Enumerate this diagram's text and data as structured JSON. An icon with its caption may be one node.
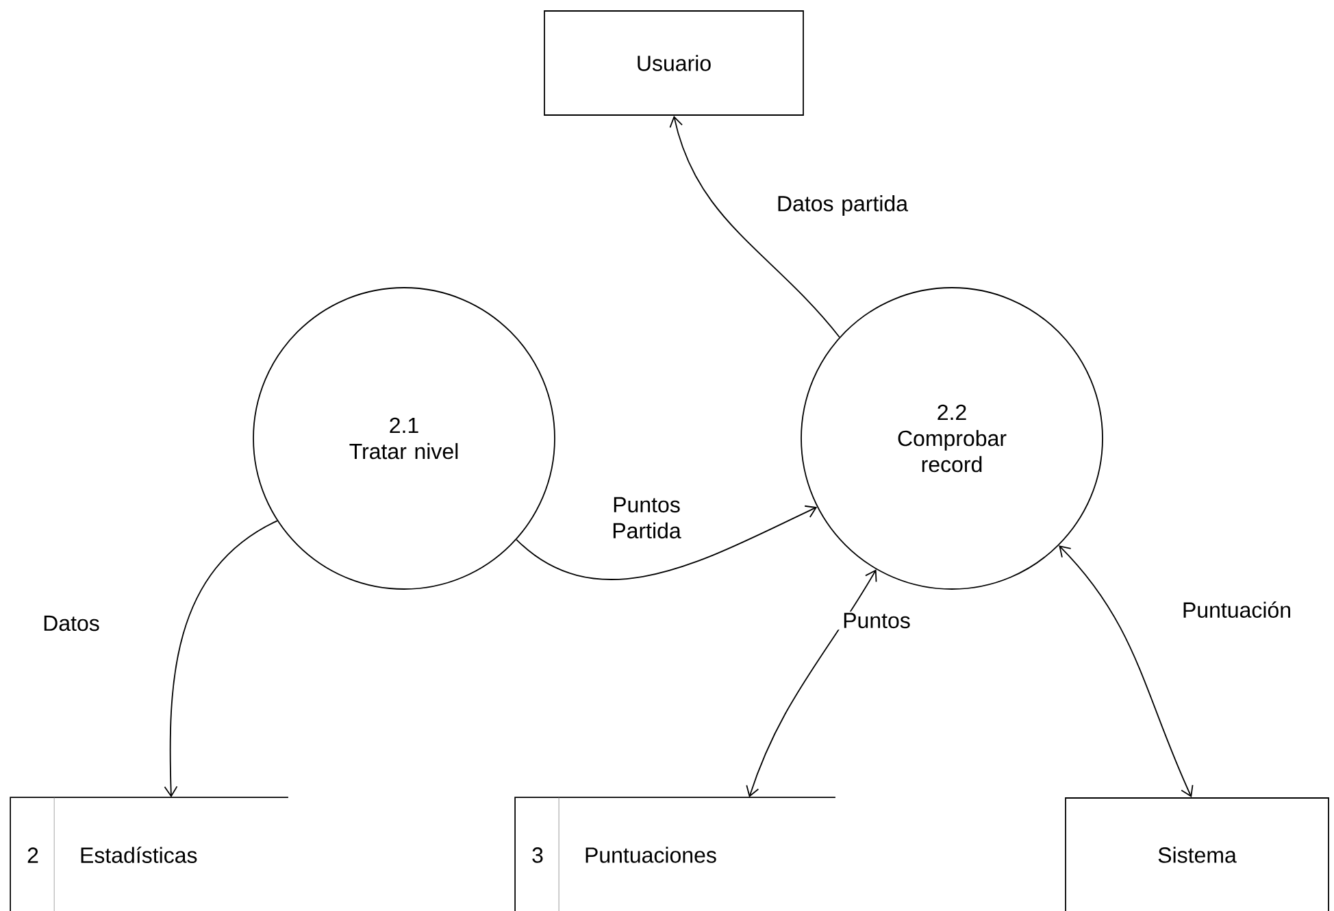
{
  "diagram": {
    "nodes": [
      {
        "text": [
          "Usuario"
        ]
      },
      {
        "text": [
          "2.1",
          "Tratar nivel"
        ]
      },
      {
        "text": [
          "2.2",
          "Comprobar record"
        ]
      },
      {
        "text": [
          "2",
          "Estadísticas"
        ]
      },
      {
        "text": [
          "3",
          "Puntuaciones"
        ]
      },
      {
        "text": [
          "Sistema"
        ]
      }
    ],
    "edges": [
      {
        "from": 2,
        "to": 0,
        "arrow": "to",
        "label": "Datos partida"
      },
      {
        "from": 1,
        "to": 3,
        "arrow": "to",
        "label": "Datos"
      },
      {
        "from": 1,
        "to": 2,
        "arrow": "to",
        "label": "Puntos Partida"
      },
      {
        "from": 2,
        "to": 4,
        "arrow": "both",
        "label": "Puntos"
      },
      {
        "from": 2,
        "to": 5,
        "arrow": "both",
        "label": "Puntuación"
      }
    ]
  }
}
